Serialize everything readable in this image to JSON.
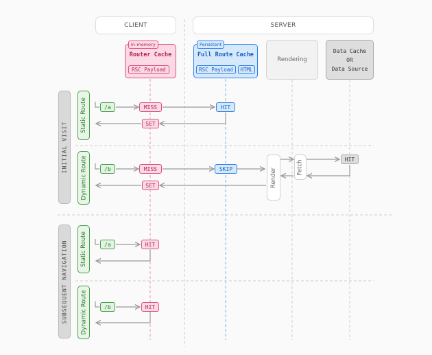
{
  "headers": {
    "client": "CLIENT",
    "server": "SERVER"
  },
  "caches": {
    "router": {
      "tag": "In-memory",
      "title": "Router Cache",
      "items": [
        "RSC Payload"
      ]
    },
    "full_route": {
      "tag": "Persistent",
      "title": "Full Route Cache",
      "items": [
        "RSC Payload",
        "HTML"
      ]
    },
    "rendering": {
      "title": "Rendering"
    },
    "data_cache": {
      "line1": "Data Cache",
      "line2": "OR",
      "line3": "Data Source"
    }
  },
  "phases": {
    "initial": "INITIAL VISIT",
    "subsequent": "SUBSEQUENT NAVIGATION"
  },
  "routes": {
    "static": "Static Route",
    "dynamic": "Dynamic Route"
  },
  "paths": {
    "a": "/a",
    "b": "/b"
  },
  "statuses": {
    "miss": "MISS",
    "hit": "HIT",
    "set": "SET",
    "skip": "SKIP"
  },
  "steps": {
    "render": "Render",
    "fetch": "Fetch"
  },
  "colors": {
    "router": "#e0507f",
    "full_route": "#2f80ed",
    "route": "#46a046",
    "arrow": "#9a9a9a",
    "data_cache": "#a8a8a8"
  }
}
